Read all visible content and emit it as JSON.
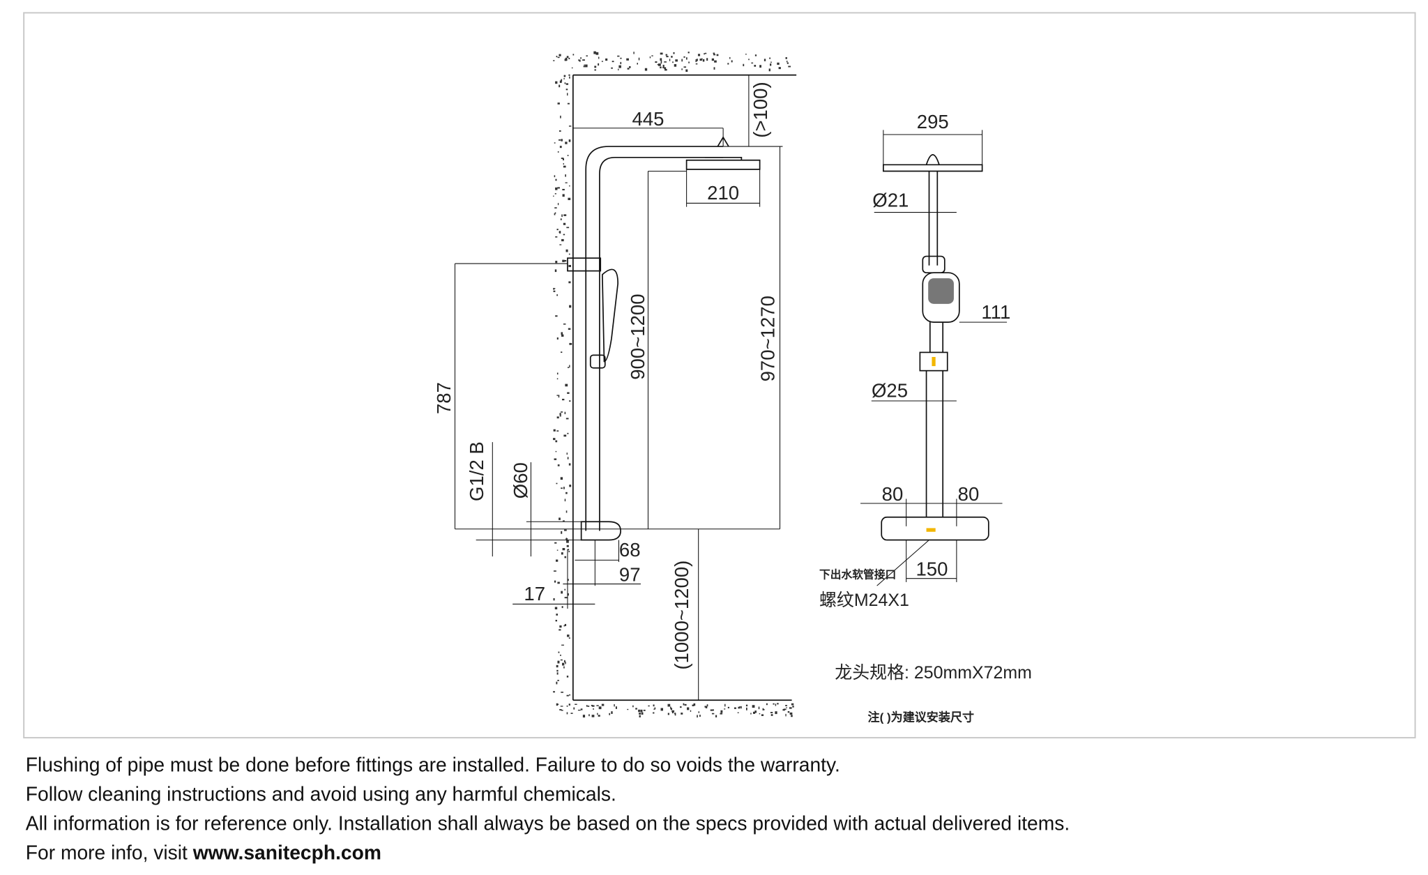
{
  "drawing": {
    "side_view": {
      "dims": {
        "arm_length": "445",
        "ceiling_clearance": "(>100)",
        "head_diameter": "210",
        "bar_height_a": "900~1200",
        "bar_height_b": "970~1270",
        "bracket_height": "787",
        "inlet_thread": "G1/2 B",
        "escutcheon": "Ø60",
        "depth_a": "68",
        "depth_b": "97",
        "wall_offset": "17",
        "install_height": "(1000~1200)"
      }
    },
    "front_view": {
      "dims": {
        "head_width": "295",
        "upper_pipe": "Ø21",
        "hand_shower": "111",
        "lower_pipe": "Ø25",
        "inlet_left": "80",
        "inlet_right": "80",
        "outlet_spacing": "150"
      },
      "labels": {
        "outlet_label": "下出水软管接口",
        "thread_label": "螺纹M24X1",
        "size_label": "龙头规格: 250mmX72mm",
        "note_label": "注(      )为建议安装尺寸"
      }
    }
  },
  "footer": {
    "lines": [
      "Flushing of pipe must be done before fittings are installed. Failure to do so voids the warranty.",
      "Follow cleaning instructions and avoid using any harmful chemicals.",
      "All information is for reference only. Installation shall always be based on the specs provided with actual delivered items."
    ],
    "more_info_prefix": "For more info, visit ",
    "website": "www.sanitecph.com"
  },
  "colors": {
    "valve_indicator": "#f2b600"
  }
}
